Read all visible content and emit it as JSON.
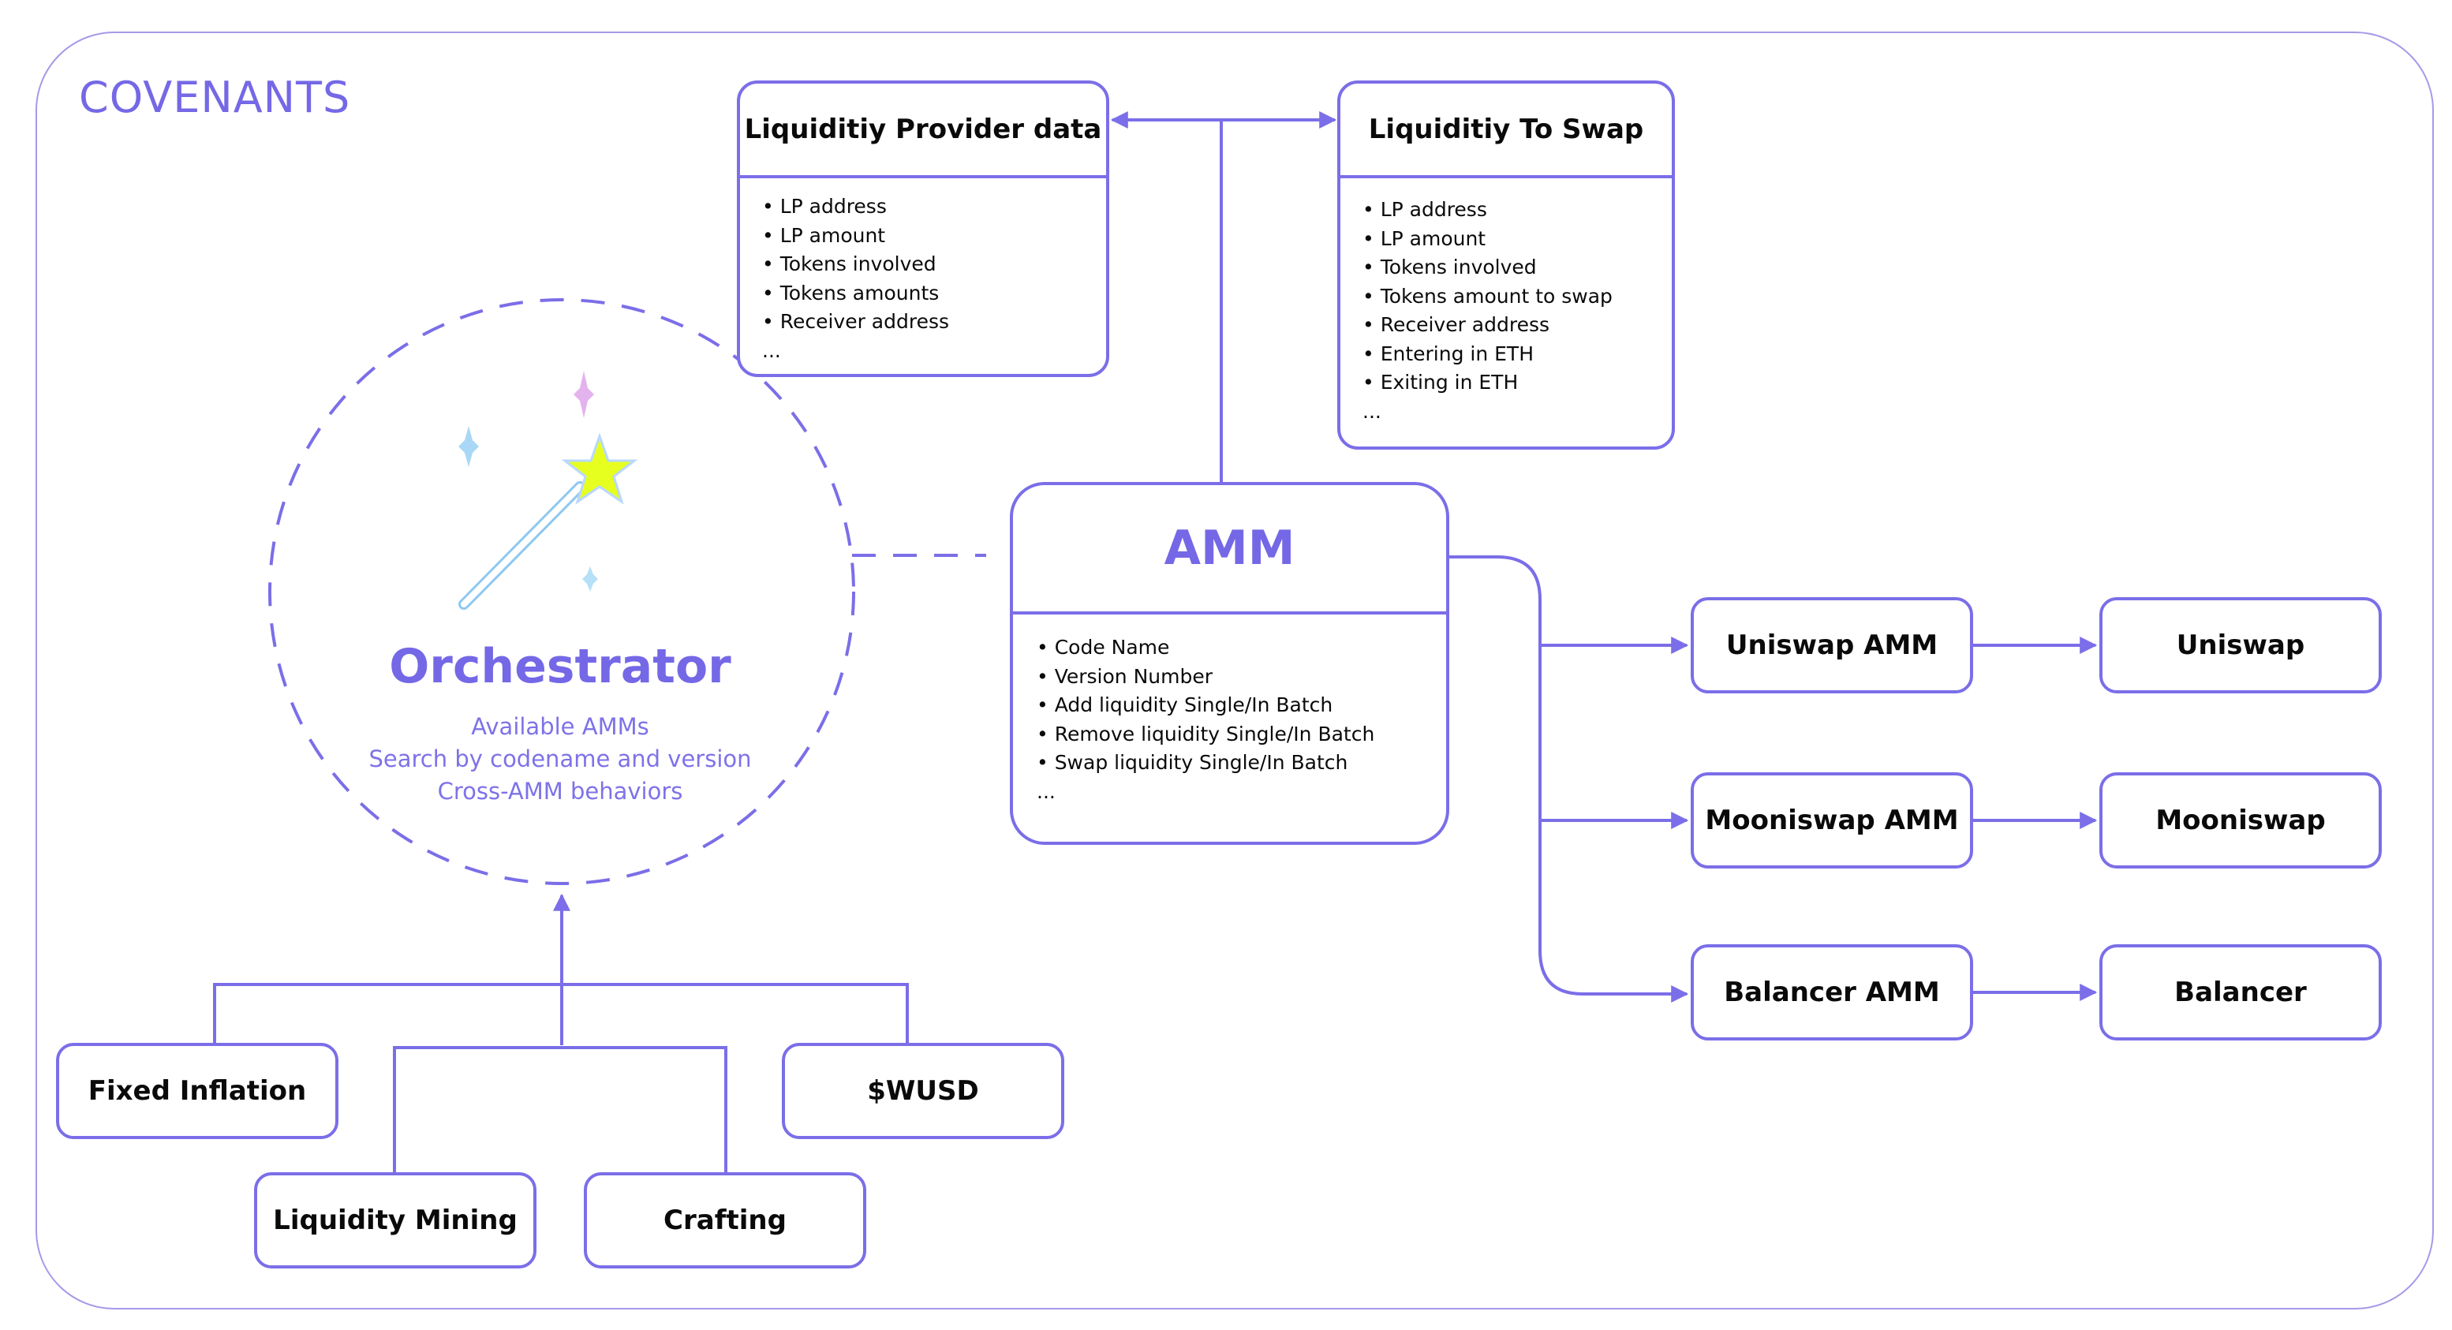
{
  "title": "COVENANTS",
  "colors": {
    "accent": "#7b6ee8",
    "star": "#e6ff1f",
    "sparkle_blue": "#a8d8f5",
    "sparkle_pink": "#e3b3ee"
  },
  "lp_data": {
    "title": "Liquiditiy Provider data",
    "items": [
      "LP address",
      "LP amount",
      "Tokens involved",
      "Tokens amounts",
      "Receiver address",
      "..."
    ]
  },
  "to_swap": {
    "title": "Liquiditiy To Swap",
    "items": [
      "LP address",
      "LP amount",
      "Tokens involved",
      "Tokens amount to swap",
      "Receiver address",
      "Entering in ETH",
      "Exiting in ETH",
      "..."
    ]
  },
  "amm": {
    "title": "AMM",
    "items": [
      "Code Name",
      "Version Number",
      "Add liquidity Single/In Batch",
      "Remove liquidity Single/In Batch",
      "Swap liquidity Single/In Batch",
      "..."
    ]
  },
  "orchestrator": {
    "title": "Orchestrator",
    "lines": [
      "Available AMMs",
      "Search by codename and version",
      "Cross-AMM behaviors"
    ],
    "icon": "magic-wand-icon"
  },
  "amm_adapters": [
    "Uniswap AMM",
    "Mooniswap AMM",
    "Balancer AMM"
  ],
  "dexes": [
    "Uniswap",
    "Mooniswap",
    "Balancer"
  ],
  "consumers": [
    "Fixed Inflation",
    "$WUSD",
    "Liquidity Mining",
    "Crafting"
  ]
}
